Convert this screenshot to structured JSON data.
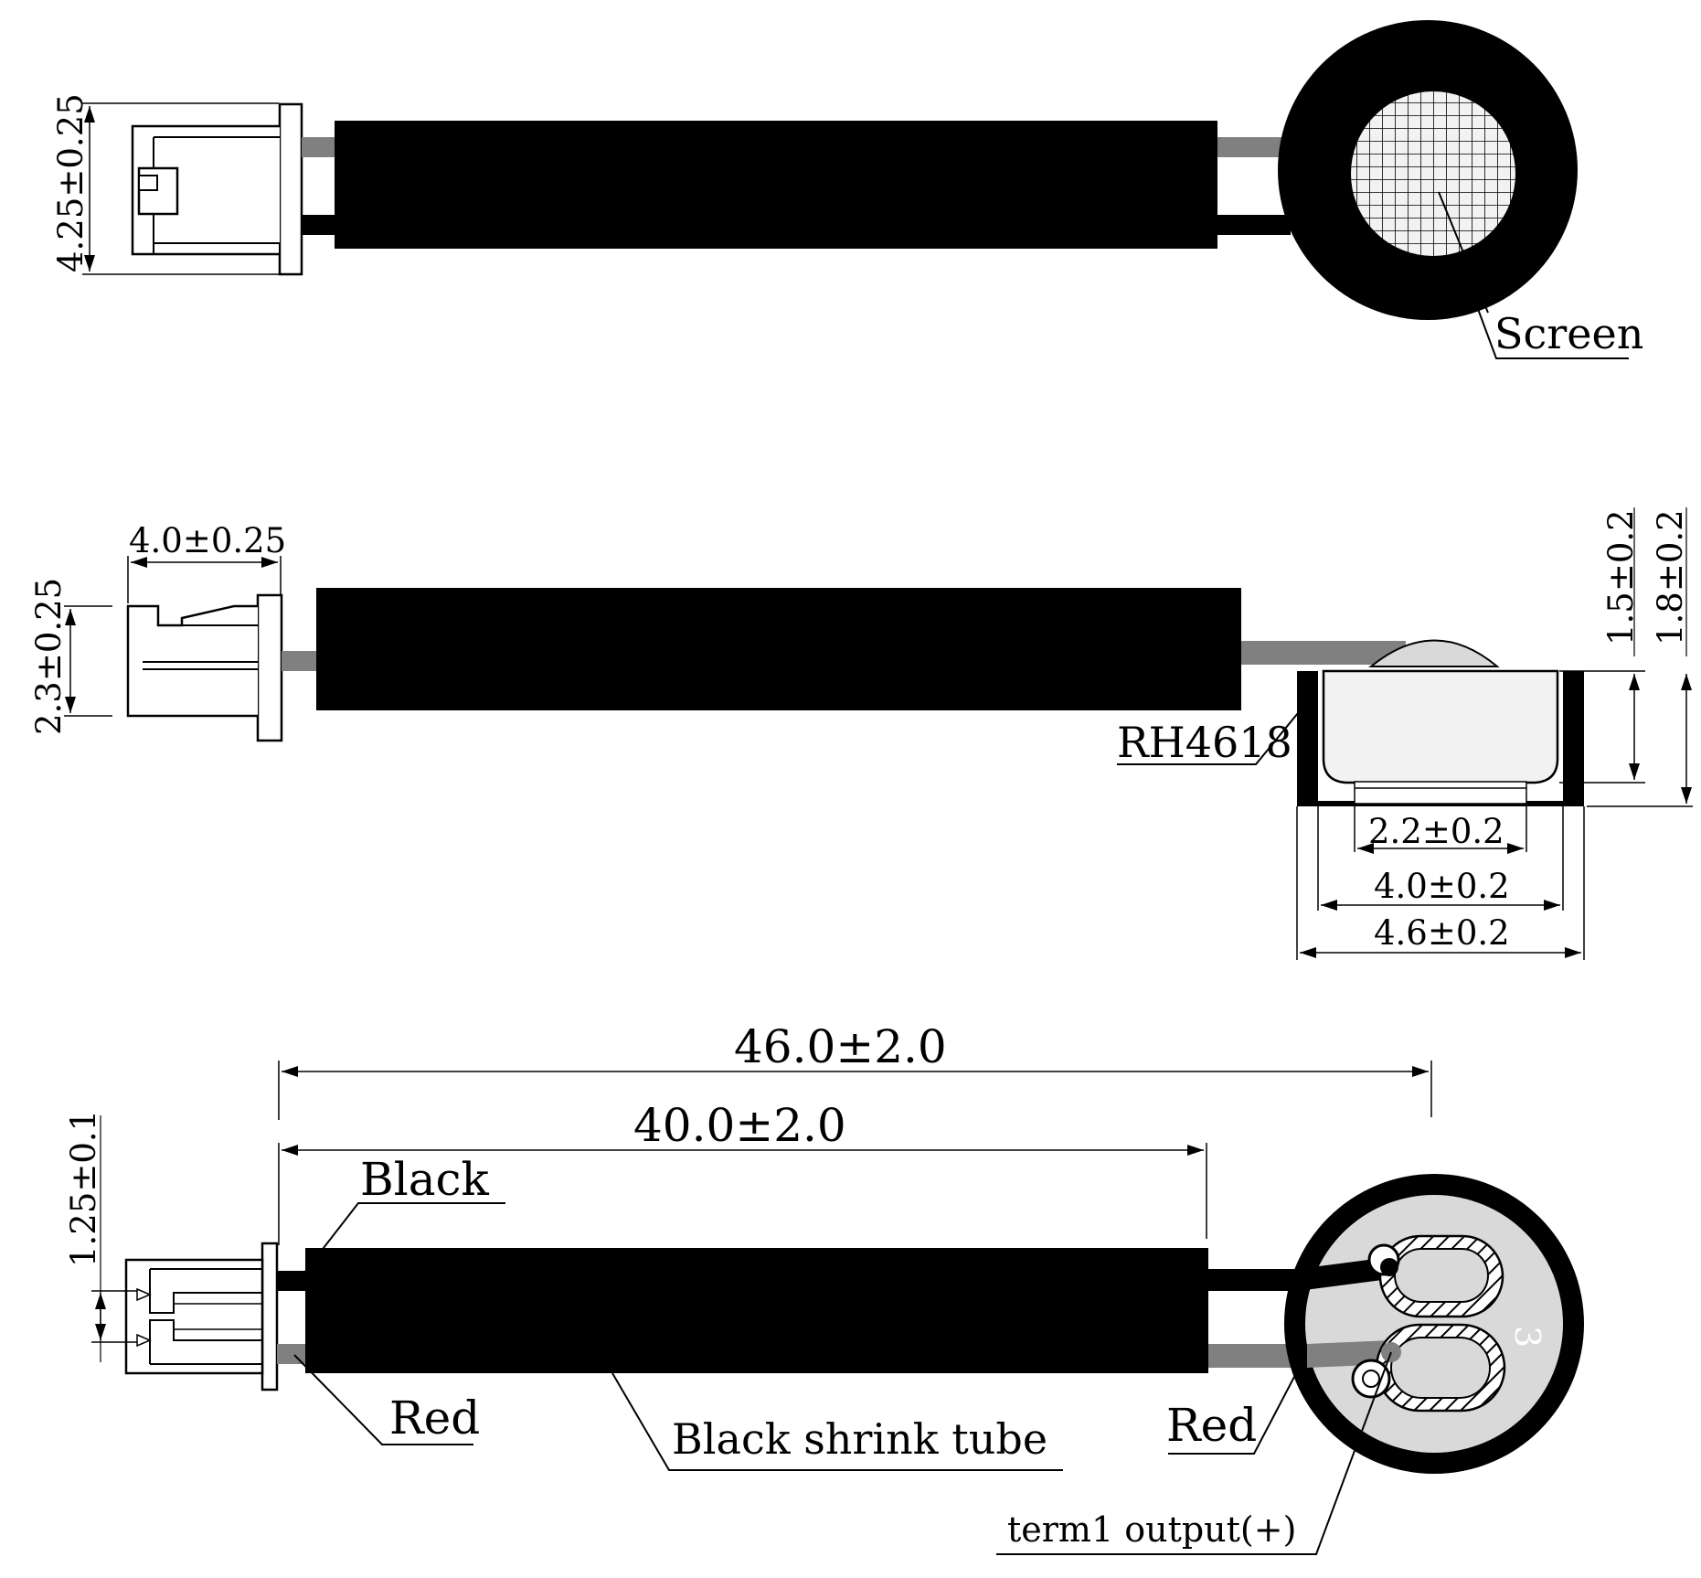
{
  "labels": {
    "screen": "Screen",
    "model": "RH4618",
    "black_wire": "Black",
    "red_wire_left": "Red",
    "red_wire_right": "Red",
    "shrink_tube": "Black shrink tube",
    "terminal": "term1 output(+)",
    "capsule_mark": "3"
  },
  "dimensions": {
    "connector_height_top": "4.25±0.25",
    "connector_width": "4.0±0.25",
    "connector_height_side": "2.3±0.25",
    "mic_height_inner": "1.5±0.2",
    "mic_height_outer": "1.8±0.2",
    "port_width": "2.2±0.2",
    "inner_width": "4.0±0.2",
    "outer_width": "4.6±0.2",
    "total_length": "46.0±2.0",
    "tube_length": "40.0±2.0",
    "pin_pitch": "1.25±0.1"
  },
  "colors": {
    "ink": "#000000",
    "wire_red": "#808080",
    "capsule_face": "#d9d9d9",
    "mesh": "#f2f2f2",
    "background": "#ffffff"
  }
}
